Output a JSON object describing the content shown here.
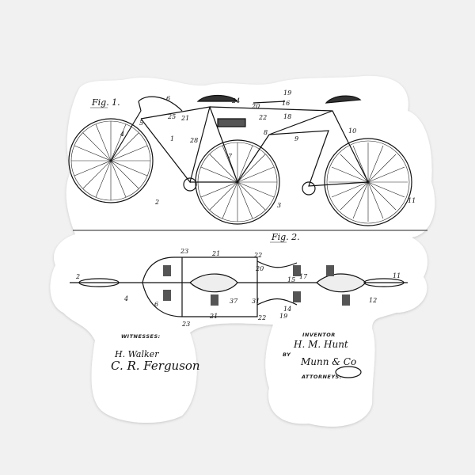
{
  "figure1": {
    "label": "Fig. 1.",
    "part_numbers": [
      "6",
      "5",
      "4",
      "25",
      "21",
      "1",
      "28",
      "2",
      "3",
      "24",
      "22",
      "20",
      "19",
      "16",
      "18",
      "8",
      "9",
      "10",
      "11",
      "7"
    ]
  },
  "figure2": {
    "label": "Fig. 2.",
    "part_numbers": [
      "2",
      "4",
      "23",
      "21",
      "22",
      "20",
      "15",
      "17",
      "11",
      "6",
      "23",
      "21",
      "22",
      "37",
      "31",
      "14",
      "19",
      "12"
    ]
  },
  "witnesses": {
    "heading": "WITNESSES:",
    "signature_1": "H. Walker",
    "signature_2": "C. R. Ferguson"
  },
  "inventor": {
    "heading": "INVENTOR",
    "signature": "H. M. Hunt",
    "by_label": "BY",
    "attorney_signature": "Munn & Co",
    "attorneys_label": "ATTORNEYS."
  },
  "colors": {
    "background": "#f1f1f1",
    "sticker": "#ffffff",
    "ink": "#111111"
  }
}
